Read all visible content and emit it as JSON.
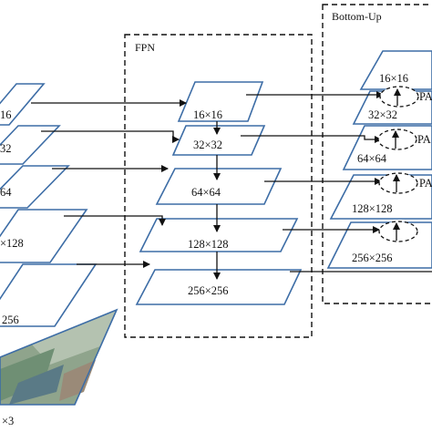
{
  "diagram": {
    "fpn_title": "FPN",
    "bottomup_title": "Bottom-Up",
    "input_label": "×3",
    "backbone_labels": [
      "16",
      "32",
      "64",
      "×128",
      "256"
    ],
    "fpn_labels": [
      "16×16",
      "32×32",
      "64×64",
      "128×128",
      "256×256"
    ],
    "bottomup_labels": [
      "16×16",
      "32×32",
      "64×64",
      "128×128",
      "256×256"
    ],
    "pa_labels": [
      "PA",
      "PA",
      "PA"
    ]
  },
  "colors": {
    "plane_stroke": "#3d6da6",
    "line": "#111111",
    "background": "#ffffff"
  }
}
